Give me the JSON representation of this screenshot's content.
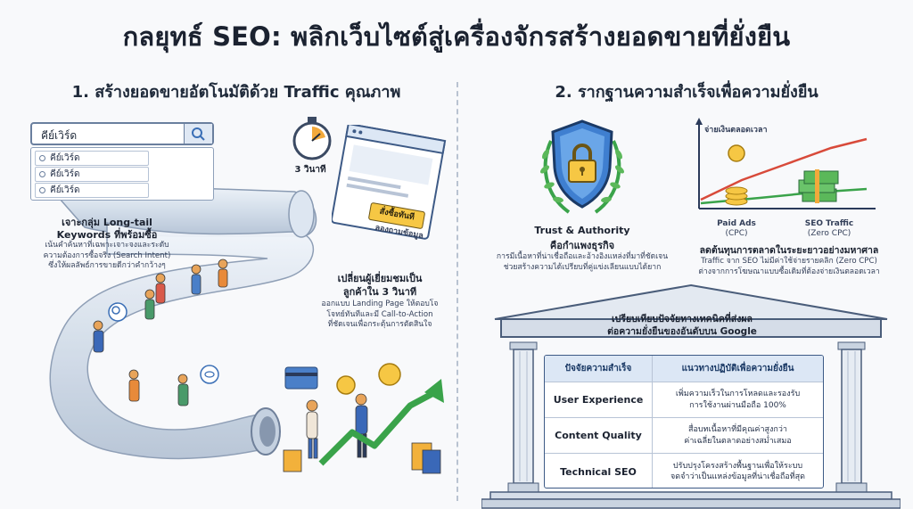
{
  "title": "กลยุทธ์ SEO: พลิกเว็บไซต์สู่เครื่องจักรสร้างยอดขายที่ยั่งยืน",
  "left": {
    "heading": "1. สร้างยอดขายอัตโนมัติด้วย Traffic คุณภาพ",
    "search": {
      "query": "คีย์เวิร์ด",
      "suggestions": [
        "คีย์เวิร์ด",
        "คีย์เวิร์ด",
        "คีย์เวิร์ด"
      ]
    },
    "timer_label": "3 วินาที",
    "landing_button": "สั่งซื้อทันที",
    "landing_sub": "ลองถามข้อมูล",
    "longtail": {
      "title_line1": "เจาะกลุ่ม Long-tail",
      "title_line2": "Keywords ที่พร้อมซื้อ",
      "desc": [
        "เน้นคำค้นหาที่เฉพาะเจาะจงและระดับ",
        "ความต้องการซื้อจริง (Search Intent)",
        "ซึ่งให้ผลลัพธ์การขายดีกว่าคำกว้างๆ"
      ]
    },
    "convert": {
      "title_line1": "เปลี่ยนผู้เยี่ยมชมเป็น",
      "title_line2": "ลูกค้าใน 3 วินาที",
      "desc": [
        "ออกแบบ Landing Page ให้ตอบโจ",
        "โจทย์ทันทีและมี Call-to-Action",
        "ที่ชัดเจนเพื่อกระตุ้นการตัดสินใจ"
      ]
    }
  },
  "right": {
    "heading": "2. รากฐานความสำเร็จเพื่อความยั่งยืน",
    "trust": {
      "title_line1": "Trust & Authority",
      "title_line2": "คือกำแพงธุรกิจ",
      "desc": [
        "การมีเนื้อหาที่น่าเชื่อถือและอ้างอิงแหล่งที่มาที่ชัดเจน",
        "ช่วยสร้างความได้เปรียบที่คู่แข่งเลียนแบบได้ยาก"
      ]
    },
    "chart": {
      "label_top": "จ่ายเงินตลอดเวลา",
      "left_label_line1": "Paid Ads",
      "left_label_line2": "(CPC)",
      "right_label_line1": "SEO Traffic",
      "right_label_line2": "(Zero CPC)"
    },
    "cost": {
      "title": "ลดต้นทุนการตลาดในระยะยาวอย่างมหาศาล",
      "desc": [
        "Traffic จาก SEO ไม่มีค่าใช้จ่ายรายคลิก (Zero CPC)",
        "ต่างจากการโฆษณาแบบซื้อเดิมที่ต้องจ่ายเงินตลอดเวลา"
      ]
    },
    "temple": {
      "title_line1": "เปรียบเทียบปัจจัยทางเทคนิคที่ส่งผล",
      "title_line2": "ต่อความยั่งยืนของอันดับบน Google"
    },
    "table": {
      "headers": [
        "ปัจจัยความสำเร็จ",
        "แนวทางปฏิบัติเพื่อความยั่งยืน"
      ],
      "rows": [
        {
          "factor": "User Experience",
          "line1": "เพิ่มความเร็วในการโหลดและรองรับ",
          "line2": "การใช้งานผ่านมือถือ 100%"
        },
        {
          "factor": "Content Quality",
          "line1": "สื่อบทเนื้อหาที่มีคุณค่าสูงกว่า",
          "line2": "ค่าเฉลี่ยในตลาดอย่างสม่ำเสมอ"
        },
        {
          "factor": "Technical SEO",
          "line1": "ปรับปรุงโครงสร้างพื้นฐานเพื่อให้ระบบ",
          "line2": "จดจำว่าเป็นแหล่งข้อมูลที่น่าเชื่อถือที่สุด"
        }
      ]
    }
  },
  "colors": {
    "navy": "#1b3a66",
    "blue_light": "#dce7f5",
    "gold": "#f6c744",
    "green": "#3aa34a",
    "red": "#d84a3a"
  }
}
